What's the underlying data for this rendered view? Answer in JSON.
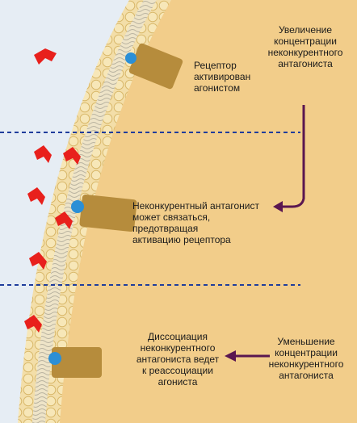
{
  "labels": {
    "increase": "Увеличение\nконцентрации\nнеконкурентного\nантагониста",
    "receptor_active": "Рецептор\nактивирован\nагонистом",
    "antagonist_binds": "Неконкурентный антагонист\nможет связаться, предотвращая\nактивацию рецептора",
    "dissociation": "Диссоциация\nнеконкурентного\nантагониста ведет\nк реассоциации\nагониста",
    "decrease": "Уменьшение\nконцентрации\nнеконкурентного\nантагониста"
  },
  "colors": {
    "background": "#e6edf4",
    "cell_interior": "#f2cd8a",
    "membrane": "#efd9a3",
    "receptor": "#b68c3c",
    "agonist": "#e8201c",
    "antagonist": "#2b8fd6",
    "arrow": "#5a1650",
    "divider": "#1f3d9c"
  }
}
